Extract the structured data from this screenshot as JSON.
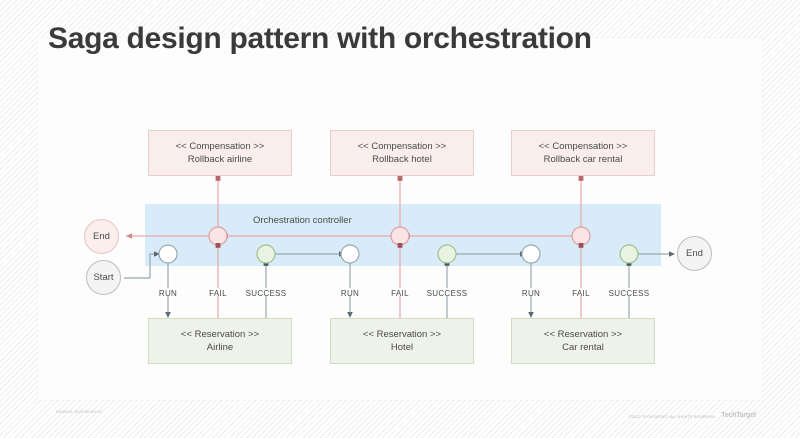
{
  "page": {
    "title": "Saga design pattern with orchestration"
  },
  "controller": {
    "label": "Orchestration controller"
  },
  "terminators": {
    "end_left": "End",
    "start": "Start",
    "end_right": "End"
  },
  "compensation_boxes": [
    {
      "stereotype": "<< Compensation >>",
      "name": "Rollback airline"
    },
    {
      "stereotype": "<< Compensation >>",
      "name": "Rollback hotel"
    },
    {
      "stereotype": "<< Compensation >>",
      "name": "Rollback car rental"
    }
  ],
  "reservation_boxes": [
    {
      "stereotype": "<< Reservation >>",
      "name": "Airline"
    },
    {
      "stereotype": "<< Reservation >>",
      "name": "Hotel"
    },
    {
      "stereotype": "<< Reservation >>",
      "name": "Car rental"
    }
  ],
  "edge_labels": {
    "run": "RUN",
    "fail": "FAIL",
    "success": "SUCCESS"
  },
  "steps": [
    {
      "run": "RUN",
      "fail": "FAIL",
      "success": "SUCCESS"
    },
    {
      "run": "RUN",
      "fail": "FAIL",
      "success": "SUCCESS"
    },
    {
      "run": "RUN",
      "fail": "FAIL",
      "success": "SUCCESS"
    }
  ],
  "footer": {
    "left_credit": "SOURCE: BOB REVELLE",
    "copyright": "©2022 TECHTARGET. ALL RIGHTS RESERVED.",
    "logo": "TechTarget"
  },
  "colors": {
    "compensation_fill": "#f9eeec",
    "compensation_stroke": "#e9cfcb",
    "reservation_fill": "#eef2e8",
    "reservation_stroke": "#cfdcc3",
    "controller_fill": "#d7ecf8",
    "fail_line": "#e9a8aa",
    "flow_line": "#9aa7ad",
    "success_node": "#e9f3e2",
    "run_node": "#ffffff",
    "fail_node": "#fbe4e4"
  }
}
